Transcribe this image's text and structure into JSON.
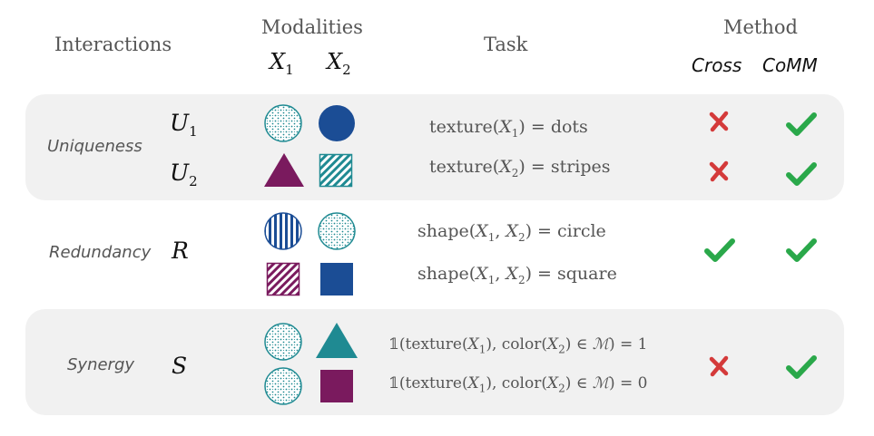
{
  "headers": {
    "interactions": "Interactions",
    "modalities": "Modalities",
    "x1_var": "X",
    "x1_sub": "1",
    "x2_var": "X",
    "x2_sub": "2",
    "task": "Task",
    "method": "Method",
    "method_cross": "Cross",
    "method_comm": "CoMM"
  },
  "rows": {
    "uniqueness": {
      "label": "Uniqueness",
      "sym1_var": "U",
      "sym1_sub": "1",
      "sym2_var": "U",
      "sym2_sub": "2",
      "task1": {
        "fn": "texture",
        "var": "X",
        "sub": "1",
        "rhs": "dots"
      },
      "task2": {
        "fn": "texture",
        "var": "X",
        "sub": "2",
        "rhs": "stripes"
      },
      "cross": [
        "cross-mark",
        "cross-mark"
      ],
      "comm": [
        "check-mark",
        "check-mark"
      ]
    },
    "redundancy": {
      "label": "Redundancy",
      "sym_var": "R",
      "task1": {
        "fn": "shape",
        "v1": "X",
        "s1": "1",
        "v2": "X",
        "s2": "2",
        "rhs": "circle"
      },
      "task2": {
        "fn": "shape",
        "v1": "X",
        "s1": "1",
        "v2": "X",
        "s2": "2",
        "rhs": "square"
      },
      "cross": [
        "check-mark"
      ],
      "comm": [
        "check-mark"
      ]
    },
    "synergy": {
      "label": "Synergy",
      "sym_var": "S",
      "task1": {
        "ind": "𝟙",
        "fn1": "texture",
        "v1": "X",
        "s1": "1",
        "fn2": "color",
        "v2": "X",
        "s2": "2",
        "set": "ℳ",
        "rhs": "1"
      },
      "task2": {
        "ind": "𝟙",
        "fn1": "texture",
        "v1": "X",
        "s1": "1",
        "fn2": "color",
        "v2": "X",
        "s2": "2",
        "set": "ℳ",
        "rhs": "0"
      },
      "cross": [
        "cross-mark"
      ],
      "comm": [
        "check-mark"
      ]
    }
  },
  "colors": {
    "teal": "#1f8a92",
    "navy": "#1b4d95",
    "purple": "#7a1a5e",
    "red": "#d43a3a",
    "green": "#2aa84a",
    "band": "#f1f1f1"
  }
}
